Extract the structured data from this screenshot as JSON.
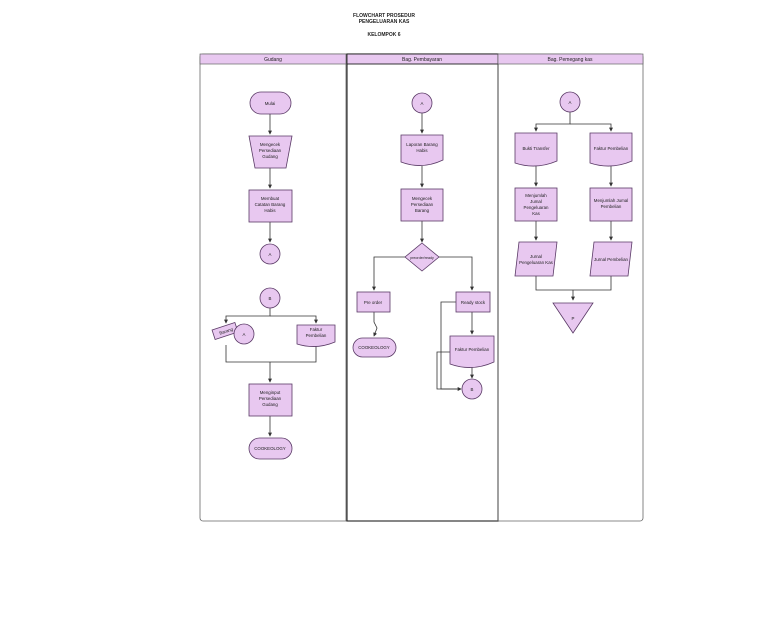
{
  "header": {
    "title_line1": "FLOWCHART PROSEDUR",
    "title_line2": "PENGELUARAN KAS",
    "group": "KELOMPOK 6"
  },
  "lanes": {
    "gudang": "Gudang",
    "pembayaran": "Bag. Pembayaran",
    "pemegang_kas": "Bag. Pemegang kas"
  },
  "nodes": {
    "mulai": "Mulai",
    "mengecek_gudang": [
      "Mengecek",
      "Persediaan",
      "Gudang"
    ],
    "membuat_catatan": [
      "Membuat",
      "Catatan Barang",
      "Habis"
    ],
    "conn_a_gudang": "A",
    "conn_b_gudang": "B",
    "conn_a_small": "A",
    "barang": "Barang",
    "faktur_gudang": [
      "Faktur",
      "Pembelian"
    ],
    "menginput": [
      "Menginput",
      "Persediaan",
      "Gudang"
    ],
    "end_gudang": "COOKEOLOGY",
    "conn_a_pembayaran": "A",
    "laporan": [
      "Laporan Barang",
      "Habis"
    ],
    "mengecek_pembayaran": [
      "Mengecek",
      "Persediaan",
      "Barang"
    ],
    "decision": "preorder/ready",
    "pre_order": "Pre order",
    "ready_stock": "Ready stock",
    "end_pembayaran": "COOKEOLOGY",
    "faktur_pembayaran": "Faktur Pembelian",
    "conn_b_pembayaran": "B",
    "conn_a_kas": "A",
    "bukti_transfer": "Bukti Transfer",
    "faktur_kas": "Faktur Pembelian",
    "menjumlah_pengeluaran": [
      "Menjumlah",
      "Jumal",
      "Pengeluaran",
      "Kas"
    ],
    "menjumlah_pembelian": [
      "Menjumlah Jumal",
      "Pembelian"
    ],
    "jurnal_pengeluaran": [
      "Jurnal",
      "Pengeluaran Kas"
    ],
    "jurnal_pembelian": "Jurnal Pembelian",
    "archive": "P"
  },
  "colors": {
    "node_fill": "#e8c8f0",
    "node_stroke": "#5a3a66",
    "lane_header_fill": "#e8c8f0",
    "line": "#333333"
  }
}
